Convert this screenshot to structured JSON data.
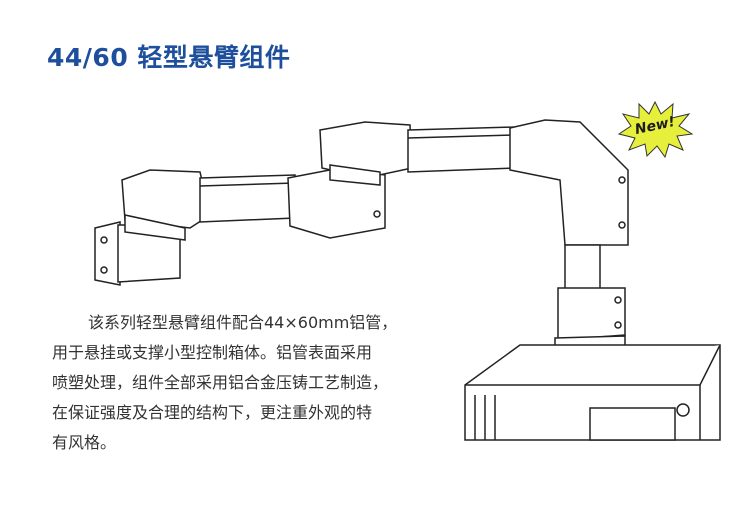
{
  "title": "44/60 轻型悬臂组件",
  "badge": "New!",
  "description_lines": [
    "该系列轻型悬臂组件配合44×60mm铝管，",
    "用于悬挂或支撑小型控制箱体。铝管表面采用",
    "喷塑处理，组件全部采用铝合金压铸工艺制造，",
    "在保证强度及合理的结构下，更注重外观的特",
    "有风格。"
  ],
  "colors": {
    "title": "#1d4f9c",
    "badge_fill": "#e6f03c"
  }
}
